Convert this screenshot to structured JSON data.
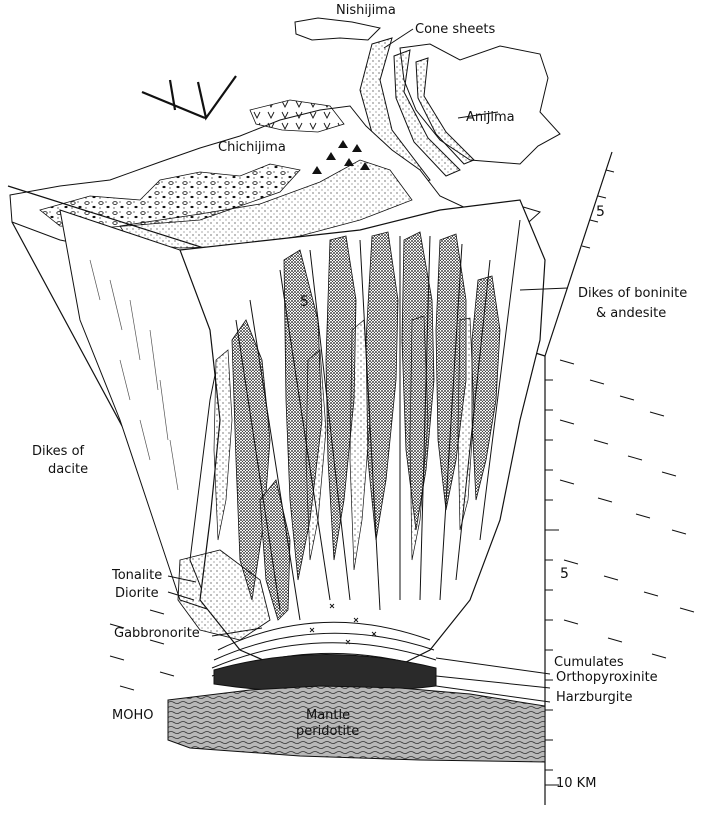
{
  "labels": {
    "nishijima": "Nishijima",
    "cone_sheets": "Cone sheets",
    "anijima": "Anijima",
    "chichijima": "Chichijima",
    "dikes_boninite_line1": "Dikes of boninite",
    "dikes_boninite_line2": "& andesite",
    "dikes_dacite_line1": "Dikes of",
    "dikes_dacite_line2": "dacite",
    "tonalite": "Tonalite",
    "diorite": "Diorite",
    "gabbronorite": "Gabbronorite",
    "cumulates": "Cumulates",
    "orthopyroxinite": "Orthopyroxinite",
    "harzburgite": "Harzburgite",
    "moho": "MOHO",
    "mantle_line1": "Mantle",
    "mantle_line2": "peridotite"
  },
  "scale": {
    "tick_top": "5",
    "tick_mid": "5",
    "tick_lower": "5",
    "tick_bottom": "10 KM"
  },
  "colors": {
    "ink": "#111111",
    "mantle_fill": "#9a9a9a",
    "harzburgite_fill": "#2a2a2a"
  }
}
